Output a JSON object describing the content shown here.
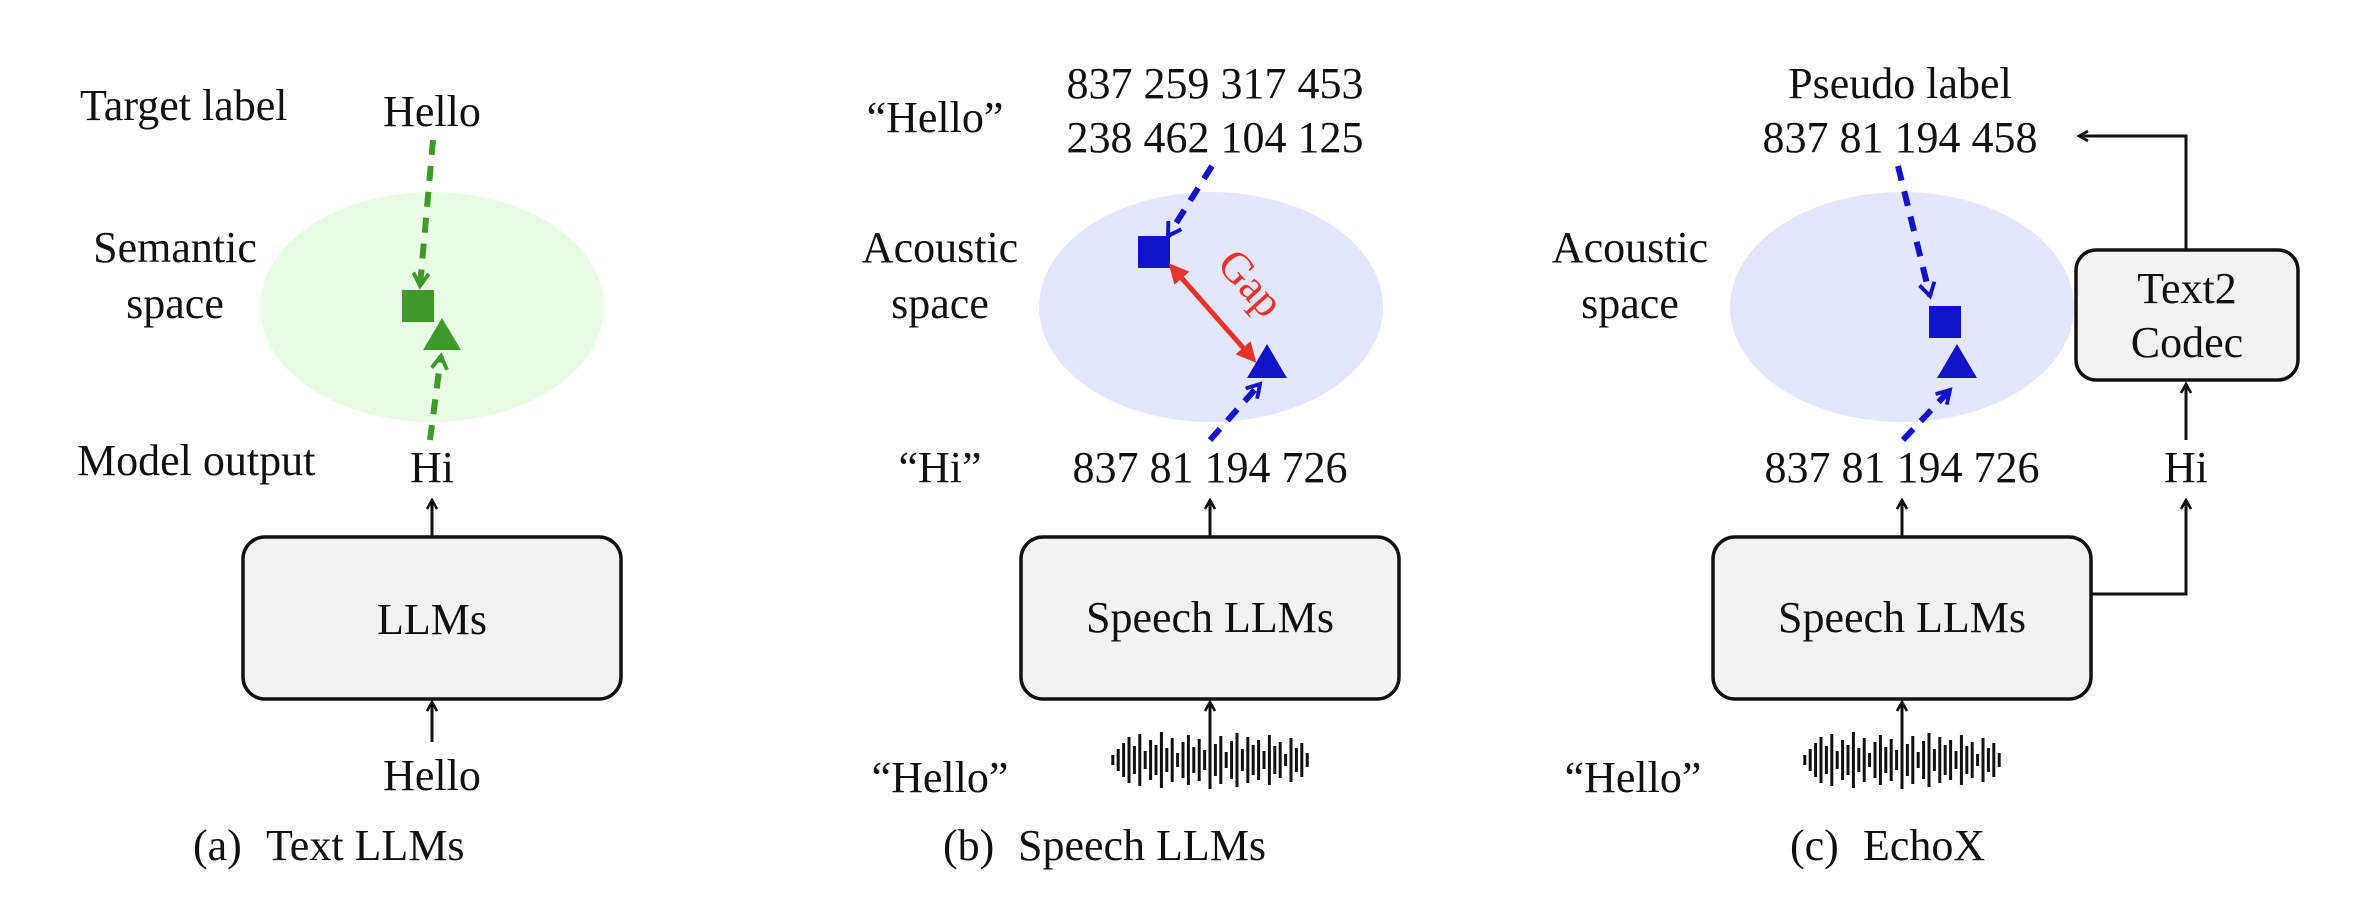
{
  "colors": {
    "green": "#3f9a2a",
    "green_space": "#e9fbe4",
    "blue": "#1212c8",
    "blue_space": "#e4e6fb",
    "gap_red": "#e8322b",
    "box_fill": "#f2f2f2",
    "ink": "#111111"
  },
  "panel_a": {
    "target_label_title": "Target label",
    "target_word": "Hello",
    "space_line1": "Semantic",
    "space_line2": "space",
    "output_title": "Model output",
    "output_word": "Hi",
    "model_box": "LLMs",
    "input_word": "Hello",
    "caption_tag": "(a)",
    "caption": "Text LLMs"
  },
  "panel_b": {
    "target_quote": "“Hello”",
    "target_tokens_line1": "837 259 317 453",
    "target_tokens_line2": "238 462 104 125",
    "space_line1": "Acoustic",
    "space_line2": "space",
    "gap_label": "Gap",
    "output_quote": "“Hi”",
    "output_tokens": "837 81 194 726",
    "model_box": "Speech LLMs",
    "input_quote": "“Hello”",
    "input_icon": "waveform-icon",
    "caption_tag": "(b)",
    "caption": "Speech LLMs"
  },
  "panel_c": {
    "pseudo_title": "Pseudo label",
    "pseudo_tokens": "837 81 194 458",
    "space_line1": "Acoustic",
    "space_line2": "space",
    "codec_line1": "Text2",
    "codec_line2": "Codec",
    "text_output": "Hi",
    "output_tokens": "837 81 194 726",
    "model_box": "Speech LLMs",
    "input_quote": "“Hello”",
    "input_icon": "waveform-icon",
    "caption_tag": "(c)",
    "caption": "EchoX"
  }
}
